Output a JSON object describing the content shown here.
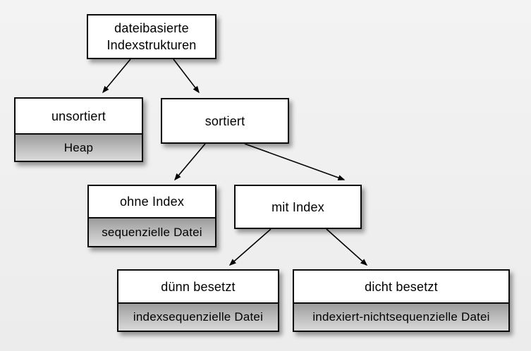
{
  "diagram": {
    "type": "tree",
    "language": "de",
    "topic": "dateibasierte Indexstrukturen",
    "colors": {
      "background": "#efefef",
      "box_fill": "#ffffff",
      "box_border": "#0b0b0b",
      "subbar_gradient_top": "#9b9b9b",
      "subbar_gradient_bottom": "#dadada",
      "text": "#000000",
      "arrow": "#000000"
    }
  },
  "nodes": {
    "root": {
      "line1": "dateibasierte",
      "line2": "Indexstrukturen"
    },
    "unsortiert": {
      "label": "unsortiert",
      "sublabel": "Heap"
    },
    "sortiert": {
      "label": "sortiert"
    },
    "ohne_index": {
      "label": "ohne Index",
      "sublabel": "sequenzielle Datei"
    },
    "mit_index": {
      "label": "mit Index"
    },
    "duenn": {
      "label": "dünn besetzt",
      "sublabel": "indexsequenzielle Datei"
    },
    "dicht": {
      "label": "dicht besetzt",
      "sublabel": "indexiert-nichtsequenzielle Datei"
    }
  },
  "edges": [
    {
      "from": "root",
      "to": "unsortiert"
    },
    {
      "from": "root",
      "to": "sortiert"
    },
    {
      "from": "sortiert",
      "to": "ohne_index"
    },
    {
      "from": "sortiert",
      "to": "mit_index"
    },
    {
      "from": "mit_index",
      "to": "duenn"
    },
    {
      "from": "mit_index",
      "to": "dicht"
    }
  ]
}
